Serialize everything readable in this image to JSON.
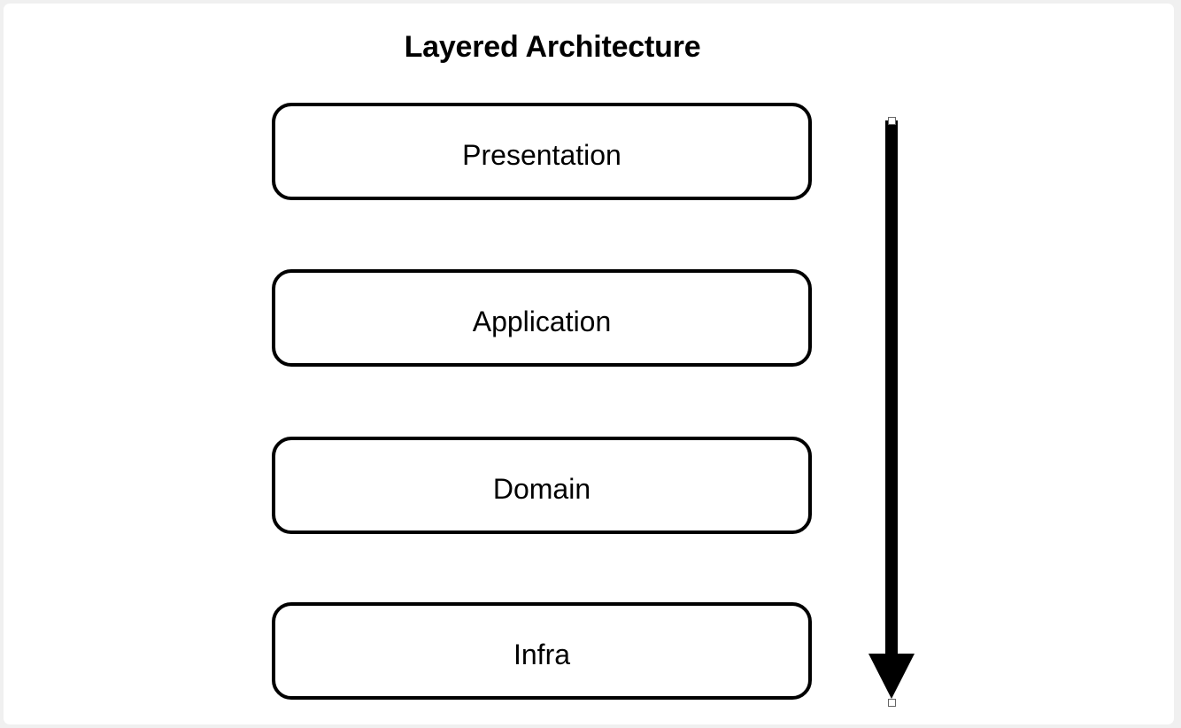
{
  "diagram": {
    "title": "Layered Architecture",
    "layers": [
      {
        "label": "Presentation"
      },
      {
        "label": "Application"
      },
      {
        "label": "Domain"
      },
      {
        "label": "Infra"
      }
    ],
    "arrow": {
      "direction": "down",
      "name": "dependency-direction-arrow",
      "color": "#000000"
    },
    "colors": {
      "canvas_background": "#ffffff",
      "page_background": "#f0f0f0",
      "stroke": "#000000",
      "text": "#000000"
    }
  }
}
